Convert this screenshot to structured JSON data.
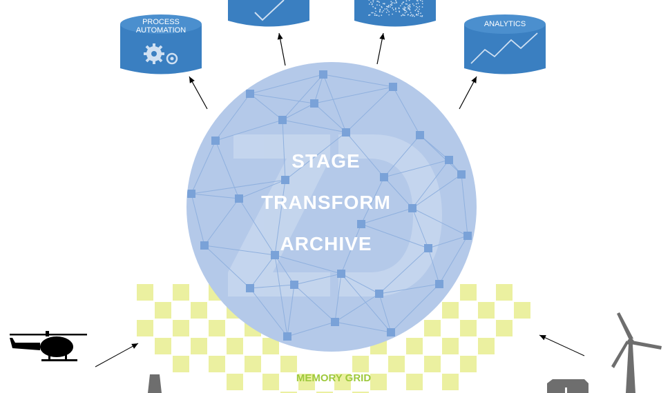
{
  "colors": {
    "cylinder": "#3a7fc1",
    "cylinder_top": "#4b8fce",
    "sphere": "#b4c9e9",
    "sphere_node": "#7aa2d8",
    "sphere_edge": "#8fb0de",
    "grid": "#ebf0a0",
    "grid_label": "#9ec93c",
    "sphere_text": "#ffffff",
    "silhouette": "#000000",
    "industry": "#6e6e6e"
  },
  "cylinders": [
    {
      "id": "process-automation",
      "label_lines": [
        "PROCESS",
        "AUTOMATION"
      ],
      "icon": "gears-icon"
    },
    {
      "id": "reporting",
      "label_lines": [],
      "icon": "checkmark-icon"
    },
    {
      "id": "data",
      "label_lines": [],
      "icon": "scatter-dots-icon"
    },
    {
      "id": "analytics",
      "label_lines": [
        "ANALYTICS"
      ],
      "icon": "line-chart-icon"
    }
  ],
  "sphere": {
    "lines": [
      "STAGE",
      "TRANSFORM",
      "ARCHIVE"
    ],
    "watermark_icon": "zd-logo-watermark"
  },
  "memory_grid": {
    "label": "MEMORY GRID"
  },
  "sources": [
    {
      "id": "helicopter",
      "icon": "helicopter-icon"
    },
    {
      "id": "wind-turbine",
      "icon": "wind-turbine-icon"
    },
    {
      "id": "factory",
      "icon": "factory-chimney-icon"
    },
    {
      "id": "building",
      "icon": "building-icon"
    }
  ]
}
